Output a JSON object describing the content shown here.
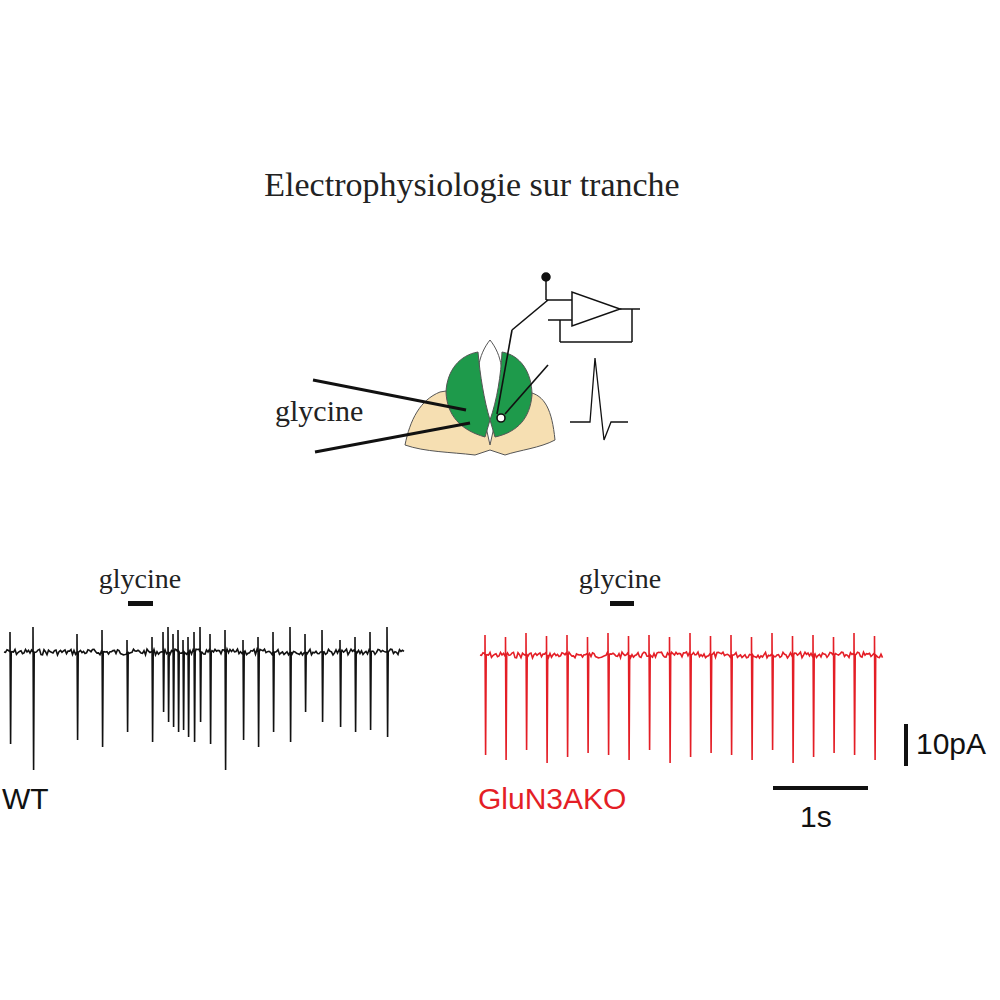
{
  "diagram": {
    "title": "Electrophysiologie sur tranche",
    "labels": [
      "glycine",
      "glycine",
      "glycine",
      "WT",
      "GluN3AKO",
      "10pA",
      "1s"
    ]
  }
}
